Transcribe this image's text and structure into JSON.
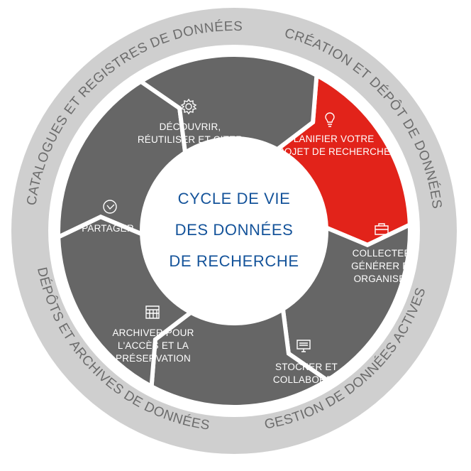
{
  "title_lines": [
    "CYCLE DE VIE",
    "DES DONNÉES",
    "DE RECHERCHE"
  ],
  "outer_ring": {
    "catalogues": "CATALOGUES ET REGISTRES DE DONNÉES",
    "creation": "CRÉATION ET DÉPÔT DE DONNÉES",
    "gestion": "GESTION DE DONNÉES ACTIVES",
    "depots": "DÉPÔTS ET ARCHIVES DE DONNÉES"
  },
  "stages": [
    {
      "id": "planifier",
      "icon": "lightbulb-icon",
      "lines": [
        "PLANIFIER VOTRE",
        "PROJET DE RECHERCHE"
      ],
      "highlighted": true
    },
    {
      "id": "collecter",
      "icon": "briefcase-icon",
      "lines": [
        "COLLECTER,",
        "GÉNÉRER ET",
        "ORGANISER"
      ],
      "highlighted": false
    },
    {
      "id": "stocker",
      "icon": "monitor-icon",
      "lines": [
        "STOCKER ET",
        "COLLABORER"
      ],
      "highlighted": false
    },
    {
      "id": "archiver",
      "icon": "calendar-icon",
      "lines": [
        "ARCHIVER POUR",
        "L'ACCÈS ET LA",
        "PRÉSERVATION"
      ],
      "highlighted": false
    },
    {
      "id": "partager",
      "icon": "clock-icon",
      "lines": [
        "PARTAGER"
      ],
      "highlighted": false
    },
    {
      "id": "decouvrir",
      "icon": "gear-icon",
      "lines": [
        "DÉCOUVRIR,",
        "RÉUTILISER ET CITER"
      ],
      "highlighted": false
    }
  ],
  "colors": {
    "ring": "#cfcfcf",
    "segment": "#666666",
    "highlight": "#e2231a",
    "center_text": "#14539a",
    "ring_text": "#6c6c6c",
    "segment_text": "#ffffff"
  }
}
